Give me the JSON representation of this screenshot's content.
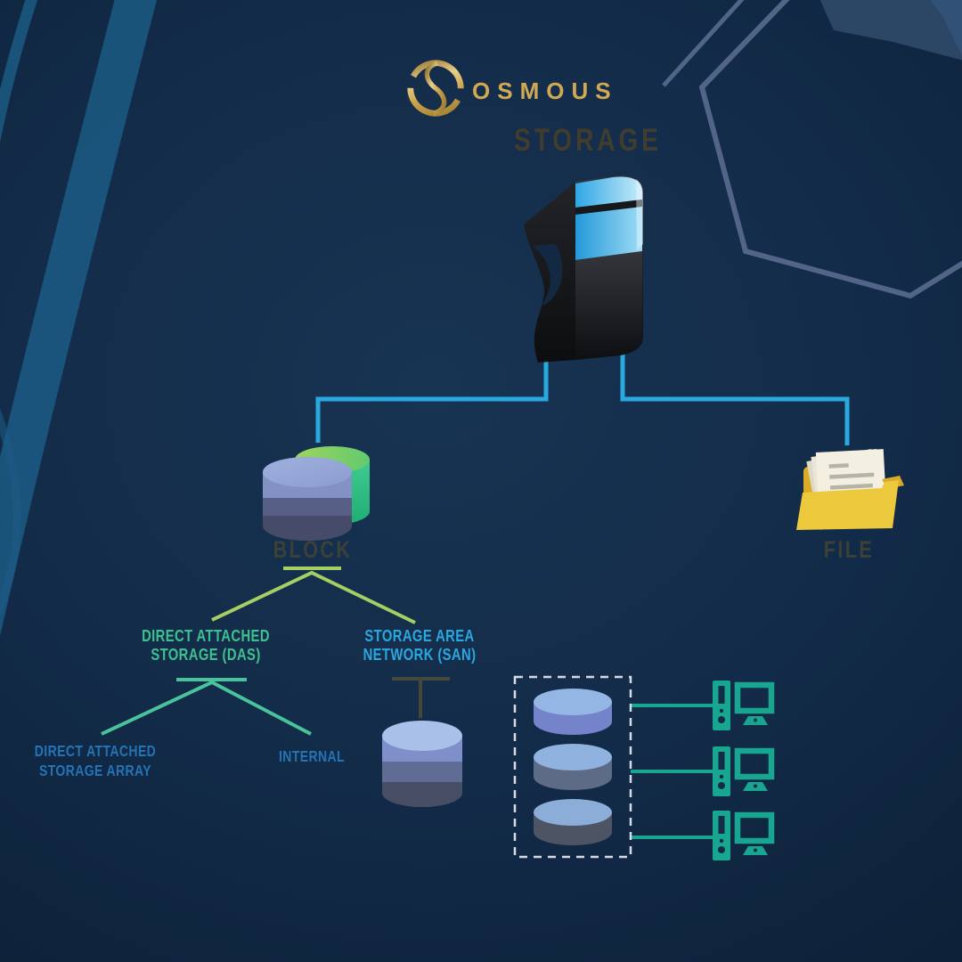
{
  "brand": {
    "name": "OSMOUS"
  },
  "title": "STORAGE",
  "nodes": {
    "block": "BLOCK",
    "file": "FILE",
    "das": {
      "line1": "DIRECT ATTACHED",
      "line2": "STORAGE (DAS)"
    },
    "san": {
      "line1": "STORAGE AREA",
      "line2": "NETWORK (SAN)"
    },
    "das_array": {
      "line1": "DIRECT ATTACHED",
      "line2": "STORAGE ARRAY"
    },
    "internal": "INTERNAL"
  },
  "icons": {
    "logo": "osmous-ring-icon",
    "root": "server-tower-icon",
    "block": "disk-stack-icon",
    "file": "folder-documents-icon",
    "san_target": "disk-cylinder-icon",
    "disk_array": "dashed-disk-array-icon",
    "clients": "client-computer-icon"
  },
  "colors": {
    "background": "#112a47",
    "connector_blue": "#2aa9e0",
    "branch_yellow_green": "#a6cf63",
    "branch_teal": "#49c39b",
    "branch_dark": "#45493c",
    "client_teal": "#18a690",
    "label_green": "#3fc091",
    "label_light_blue": "#2ba7df",
    "label_blue": "#2474b5",
    "label_dark": "#3c4036",
    "title_dark": "#403d2f",
    "gold": "#d0a952",
    "folder_yellow": "#ecc83c"
  }
}
